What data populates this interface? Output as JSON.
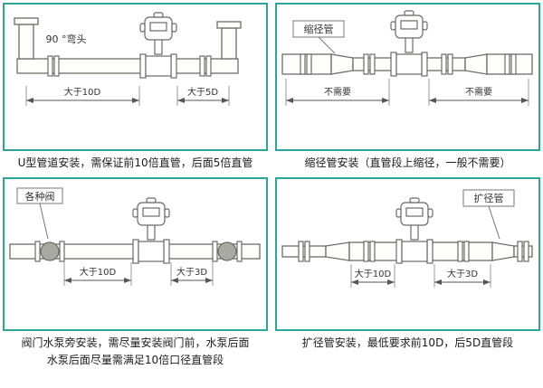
{
  "theme": {
    "accent": "#2aa69b"
  },
  "panels": {
    "u_type": {
      "caption": "U型管道安装，需保证前10倍直管，后面5倍直管",
      "elbow_label": "90 °弯头",
      "dim_left": "大于10D",
      "dim_right": "大于5D"
    },
    "reducer": {
      "caption": "缩径管安装（直管段上缩径，一般不需要）",
      "part_label": "缩径管",
      "dim_left": "不需要",
      "dim_right": "不需要"
    },
    "valve_pump": {
      "caption_line1": "阀门水泵旁安装，需尽量安装阀门前，水泵后面",
      "caption_line2": "水泵后面尽量需满足10倍口径直管段",
      "part_label": "各种阀",
      "dim_left": "大于10D",
      "dim_right": "大于3D"
    },
    "expander": {
      "caption": "扩径管安装，最低要求前10D，后5D直管段",
      "part_label": "扩径管",
      "dim_left": "大于10D",
      "dim_right": "大于3D"
    }
  }
}
